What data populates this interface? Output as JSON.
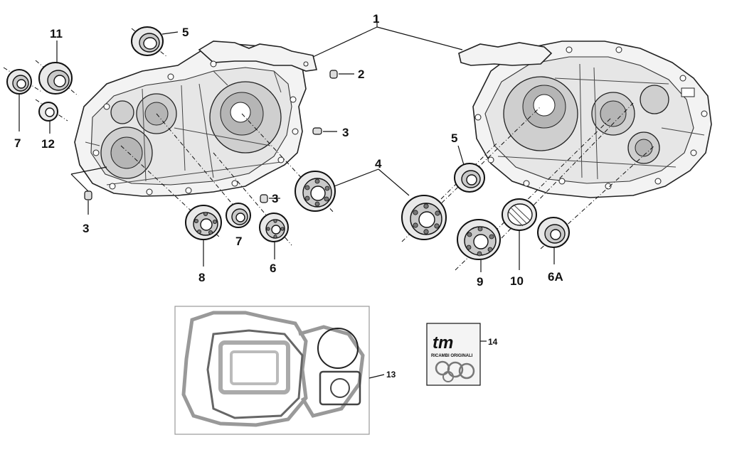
{
  "labels": {
    "l1": "1",
    "l2": "2",
    "l3a": "3",
    "l3b": "3",
    "l3c": "3",
    "l4": "4",
    "l5a": "5",
    "l5b": "5",
    "l6": "6",
    "l6a": "6A",
    "l7a": "7",
    "l7b": "7",
    "l8": "8",
    "l9": "9",
    "l10": "10",
    "l11": "11",
    "l12": "12",
    "l13": "13",
    "l14": "14"
  },
  "kit": {
    "logo": "tm",
    "caption": "RICAMBI ORIGINALI"
  }
}
